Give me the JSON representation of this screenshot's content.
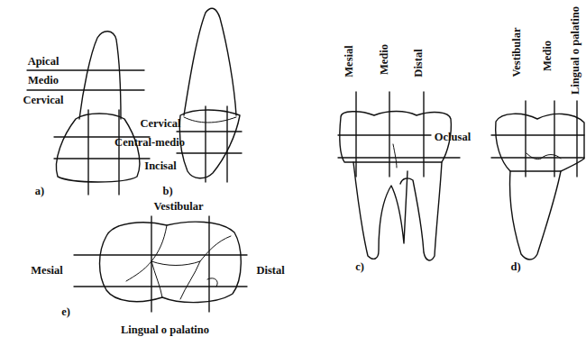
{
  "diagram": {
    "labels": [
      "Apical",
      "Medio",
      "Cervical",
      "a)",
      "Cervical",
      "Central-medio",
      "Incisal",
      "b)",
      "Mesial",
      "Medio",
      "Distal",
      "Oclusal",
      "c)",
      "Vestibular",
      "Medio",
      "Lingual o palatino",
      "d)",
      "Vestibular",
      "Mesial",
      "Distal",
      "Lingual o palatino",
      "e)"
    ]
  }
}
